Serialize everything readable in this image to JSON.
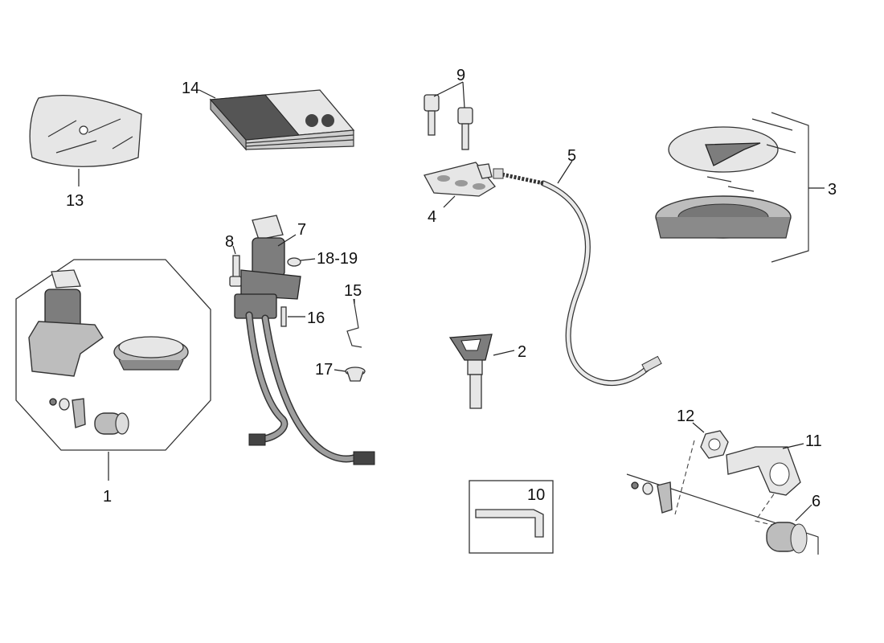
{
  "labels": {
    "p1": "1",
    "p2": "2",
    "p3": "3",
    "p4": "4",
    "p5": "5",
    "p6": "6",
    "p7": "7",
    "p8": "8",
    "p9": "9",
    "p10": "10",
    "p11": "11",
    "p12": "12",
    "p13": "13",
    "p14": "14",
    "p15": "15",
    "p16": "16",
    "p17": "17",
    "p18_19": "18-19"
  }
}
